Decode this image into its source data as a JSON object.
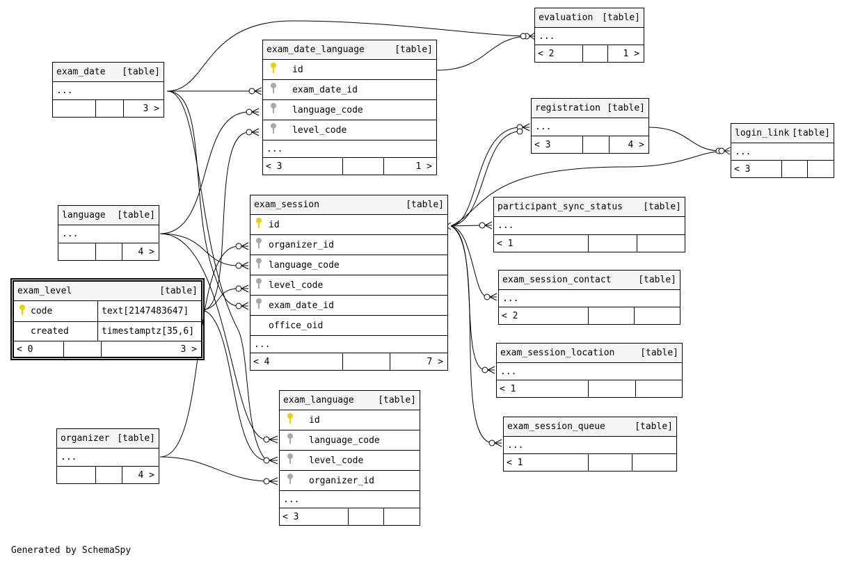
{
  "tables": {
    "exam_date": {
      "name": "exam_date",
      "tag": "[table]",
      "rows": [
        "..."
      ],
      "footer": [
        "",
        "",
        "3 >"
      ]
    },
    "language": {
      "name": "language",
      "tag": "[table]",
      "rows": [
        "..."
      ],
      "footer": [
        "",
        "",
        "4 >"
      ]
    },
    "exam_level": {
      "name": "exam_level",
      "tag": "[table]",
      "cols": [
        {
          "name": "code",
          "type": "text[2147483647]",
          "key": "pk"
        },
        {
          "name": "created",
          "type": "timestamptz[35,6]",
          "key": ""
        }
      ],
      "footer": [
        "< 0",
        "",
        "3 >"
      ]
    },
    "organizer": {
      "name": "organizer",
      "tag": "[table]",
      "rows": [
        "..."
      ],
      "footer": [
        "",
        "",
        "4 >"
      ]
    },
    "exam_date_language": {
      "name": "exam_date_language",
      "tag": "[table]",
      "cols": [
        {
          "name": "id",
          "key": "pk"
        },
        {
          "name": "exam_date_id",
          "key": "fk"
        },
        {
          "name": "language_code",
          "key": "fk"
        },
        {
          "name": "level_code",
          "key": "fk"
        }
      ],
      "more": "...",
      "footer": [
        "< 3",
        "",
        "1 >"
      ]
    },
    "exam_session": {
      "name": "exam_session",
      "tag": "[table]",
      "cols": [
        {
          "name": "id",
          "key": "pk"
        },
        {
          "name": "organizer_id",
          "key": "fk"
        },
        {
          "name": "language_code",
          "key": "fk"
        },
        {
          "name": "level_code",
          "key": "fk"
        },
        {
          "name": "exam_date_id",
          "key": "fk"
        },
        {
          "name": "office_oid",
          "key": ""
        }
      ],
      "more": "...",
      "footer": [
        "< 4",
        "",
        "7 >"
      ]
    },
    "exam_language": {
      "name": "exam_language",
      "tag": "[table]",
      "cols": [
        {
          "name": "id",
          "key": "pk"
        },
        {
          "name": "language_code",
          "key": "fk"
        },
        {
          "name": "level_code",
          "key": "fk"
        },
        {
          "name": "organizer_id",
          "key": "fk"
        }
      ],
      "more": "...",
      "footer": [
        "< 3",
        "",
        ""
      ]
    },
    "evaluation": {
      "name": "evaluation",
      "tag": "[table]",
      "rows": [
        "..."
      ],
      "footer": [
        "< 2",
        "",
        "1 >"
      ]
    },
    "registration": {
      "name": "registration",
      "tag": "[table]",
      "rows": [
        "..."
      ],
      "footer": [
        "< 3",
        "",
        "4 >"
      ]
    },
    "login_link": {
      "name": "login_link",
      "tag": "[table]",
      "rows": [
        "..."
      ],
      "footer": [
        "< 3",
        "",
        ""
      ]
    },
    "participant_sync_status": {
      "name": "participant_sync_status",
      "tag": "[table]",
      "rows": [
        "..."
      ],
      "footer": [
        "< 1",
        "",
        ""
      ]
    },
    "exam_session_contact": {
      "name": "exam_session_contact",
      "tag": "[table]",
      "rows": [
        "..."
      ],
      "footer": [
        "< 2",
        "",
        ""
      ]
    },
    "exam_session_location": {
      "name": "exam_session_location",
      "tag": "[table]",
      "rows": [
        "..."
      ],
      "footer": [
        "< 1",
        "",
        ""
      ]
    },
    "exam_session_queue": {
      "name": "exam_session_queue",
      "tag": "[table]",
      "rows": [
        "..."
      ],
      "footer": [
        "< 1",
        "",
        ""
      ]
    }
  },
  "footer_text": "Generated by SchemaSpy",
  "colors": {
    "primary_key": "#e8d000",
    "foreign_key": "#a8a8a8",
    "header_bg": "#f4f4f4"
  }
}
